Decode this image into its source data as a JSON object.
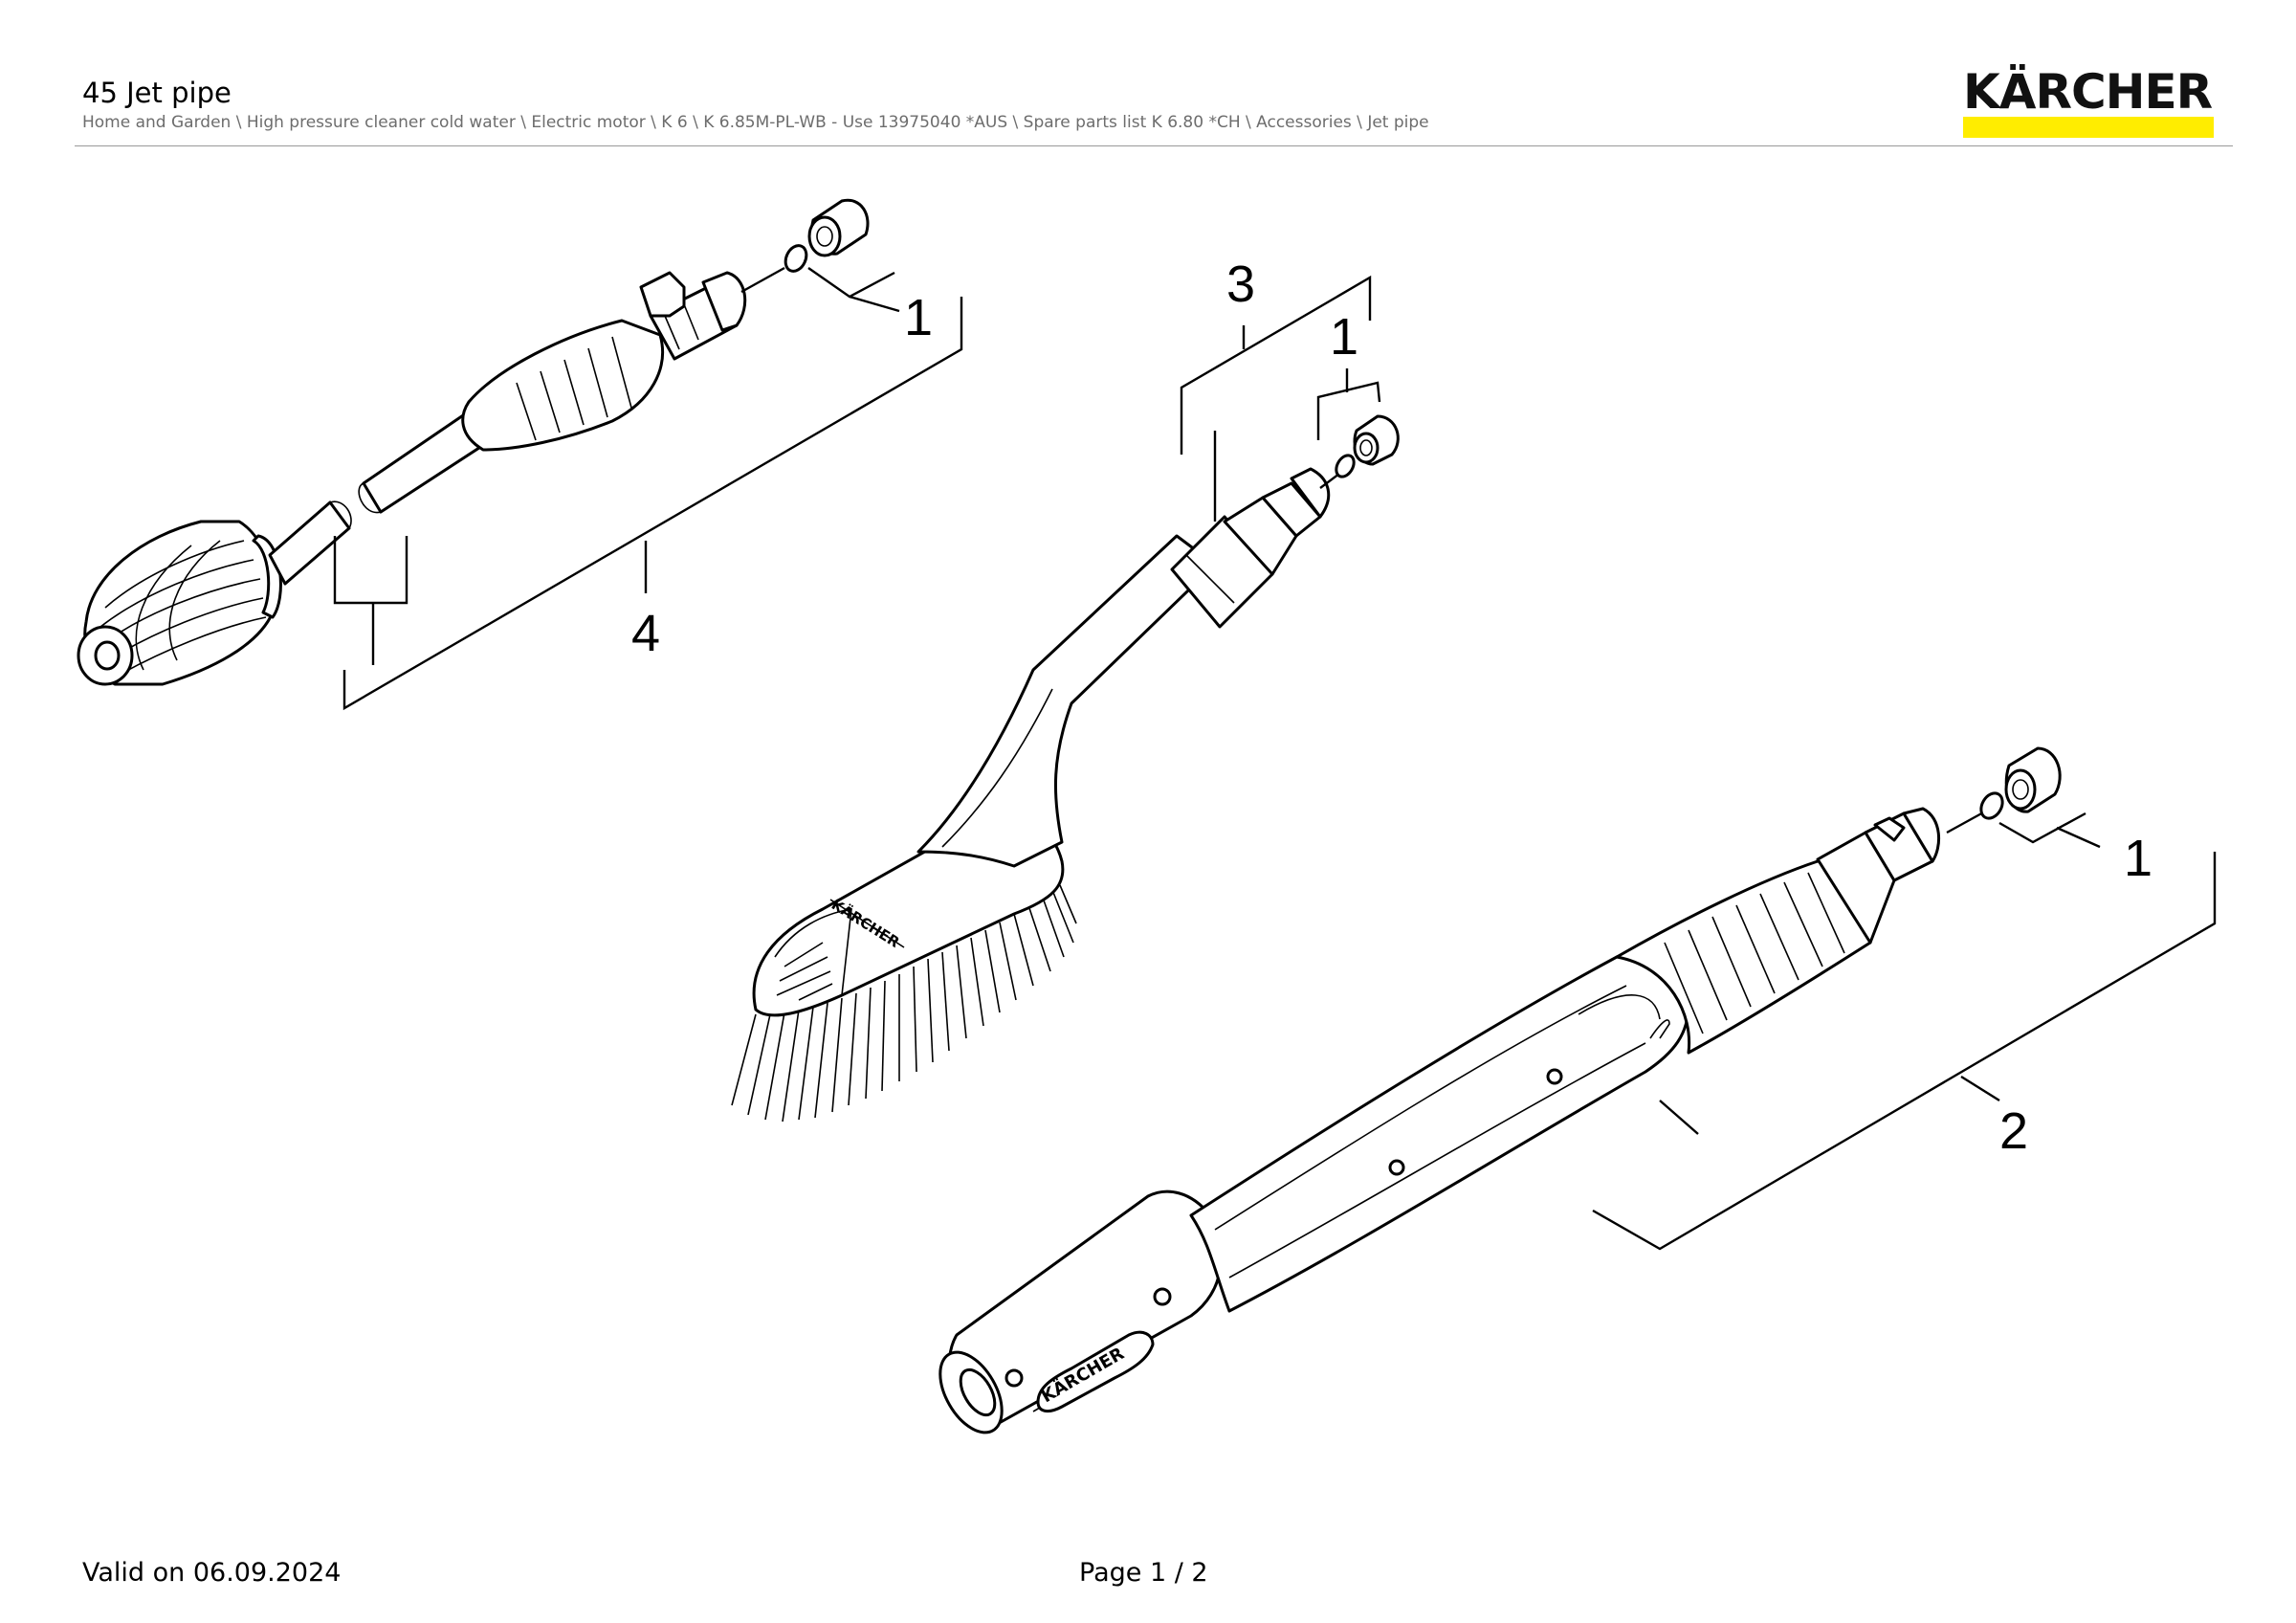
{
  "header": {
    "title": "45 Jet pipe",
    "breadcrumb": "Home and Garden \\ High pressure cleaner cold water \\ Electric motor \\ K 6 \\ K 6.85M-PL-WB - Use 13975040 *AUS \\ Spare parts list K 6.80 *CH \\ Accessories \\ Jet pipe",
    "logo_text": "KÄRCHER",
    "logo_color": "#ffed00"
  },
  "diagram": {
    "callouts": {
      "c1a": "1",
      "c1b": "1",
      "c1c": "1",
      "c2": "2",
      "c3": "3",
      "c4": "4"
    },
    "imprint_brush": "KÄRCHER",
    "imprint_lance": "KÄRCHER"
  },
  "footer": {
    "valid_on": "Valid on 06.09.2024",
    "page": "Page 1 / 2"
  }
}
